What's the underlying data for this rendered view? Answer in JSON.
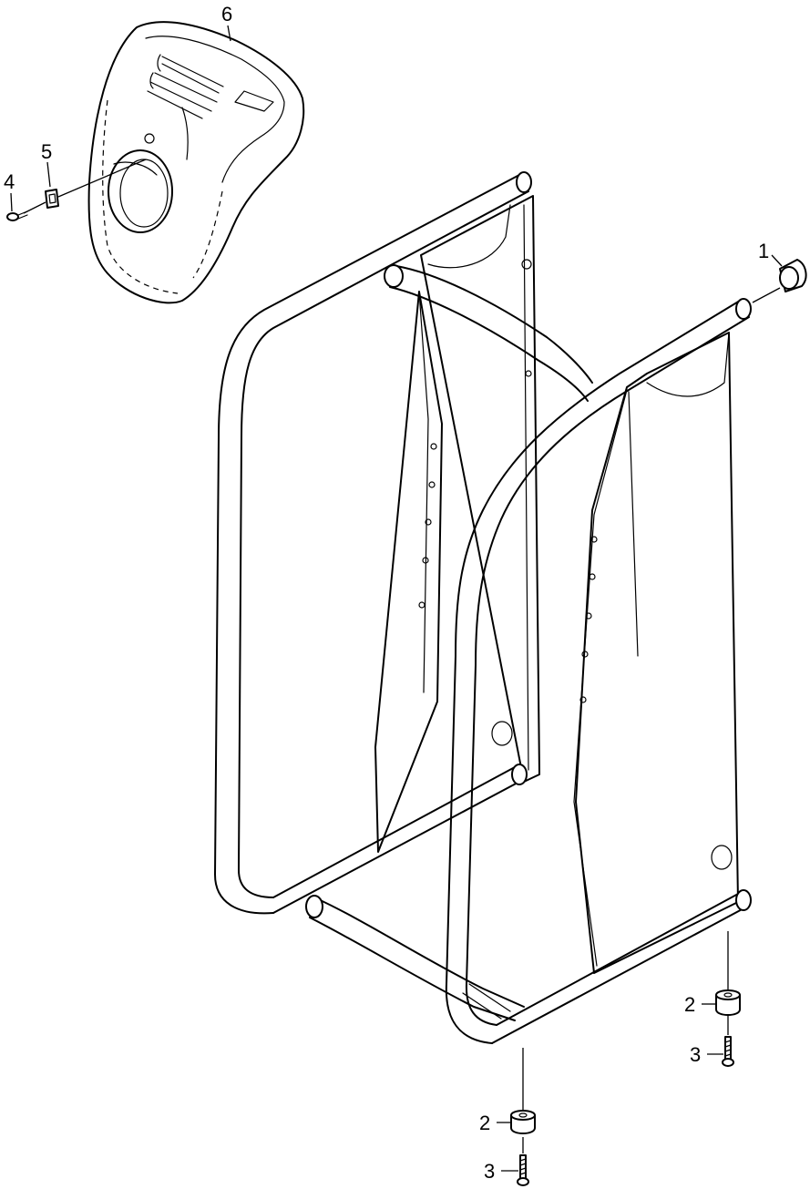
{
  "diagram": {
    "callouts": [
      {
        "id": "1",
        "label": "1"
      },
      {
        "id": "2a",
        "label": "2"
      },
      {
        "id": "2b",
        "label": "2"
      },
      {
        "id": "3a",
        "label": "3"
      },
      {
        "id": "3b",
        "label": "3"
      },
      {
        "id": "4",
        "label": "4"
      },
      {
        "id": "5",
        "label": "5"
      },
      {
        "id": "6",
        "label": "6"
      }
    ],
    "parts": {
      "1": "end-cap",
      "2": "rubber-foot",
      "3": "screw",
      "4": "screw",
      "5": "clip-nut",
      "6": "cover"
    }
  }
}
